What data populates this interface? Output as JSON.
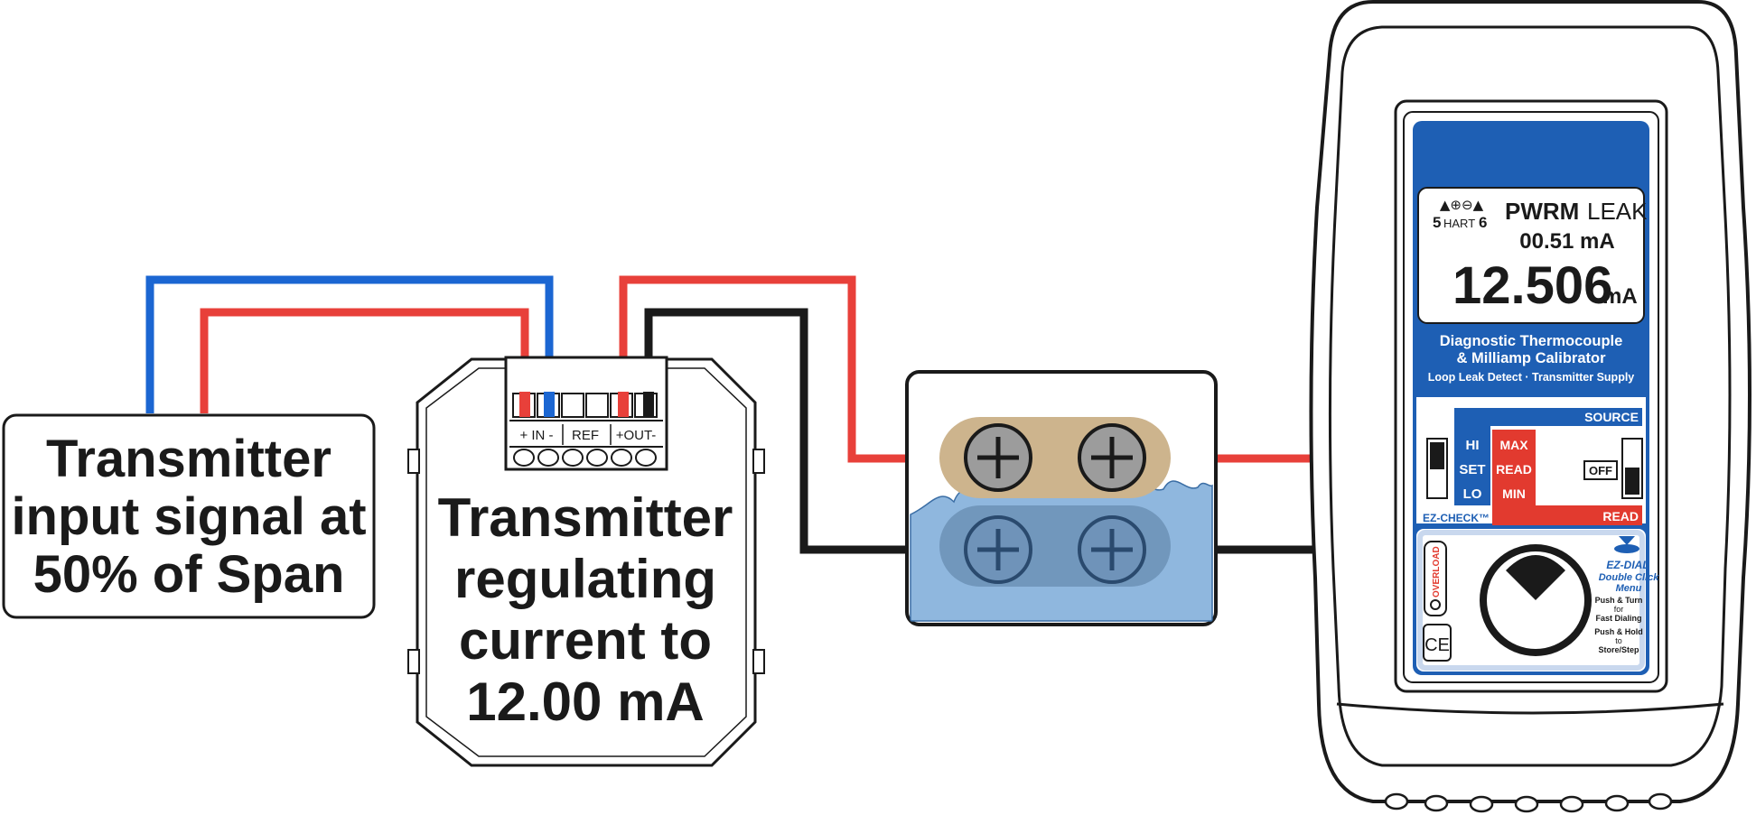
{
  "colors": {
    "wire_red": "#e8403a",
    "wire_blue": "#1b66d2",
    "wire_black": "#1a1a1a",
    "screen_blue": "#1e5fb4",
    "source_blue": "#1e5fb4",
    "read_red": "#e23a2f",
    "water": "#8fb7de",
    "terminal_tan": "#cdb48d"
  },
  "input_box": {
    "line1": "Transmitter",
    "line2": "input signal at",
    "line3": "50% of Span"
  },
  "transmitter": {
    "line1": "Transmitter",
    "line2": "regulating",
    "line3": "current to",
    "line4": "12.00 mA",
    "terminal_in": "+ IN -",
    "terminal_ref": "REF",
    "terminal_out": "+OUT-"
  },
  "calibrator": {
    "display": {
      "hart_top": "▲⊕⊖▲",
      "hart_left": "5",
      "hart_mid": "HART",
      "hart_right": "6",
      "mode": "PWRM",
      "leak": "LEAK",
      "leak_value": "00.51 mA",
      "main_value": "12.506",
      "main_unit": "mA"
    },
    "title_line1": "Diagnostic Thermocouple",
    "title_line2": "& Milliamp Calibrator",
    "title_line3": "Loop Leak Detect · Transmitter Supply",
    "source_label": "SOURCE",
    "read_label": "READ",
    "hi": "HI",
    "set": "SET",
    "lo": "LO",
    "max": "MAX",
    "read": "READ",
    "min": "MIN",
    "off": "OFF",
    "ez_check": "EZ-CHECK™",
    "overload": "OVERLOAD",
    "ez_dial": "EZ-DIAL",
    "double_click": "Double Click",
    "menu": "Menu",
    "push_turn_1": "Push & Turn",
    "push_turn_2": "for",
    "push_turn_3": "Fast Dialing",
    "push_hold_1": "Push & Hold",
    "push_hold_2": "to",
    "push_hold_3": "Store/Step",
    "ce": "CE"
  }
}
